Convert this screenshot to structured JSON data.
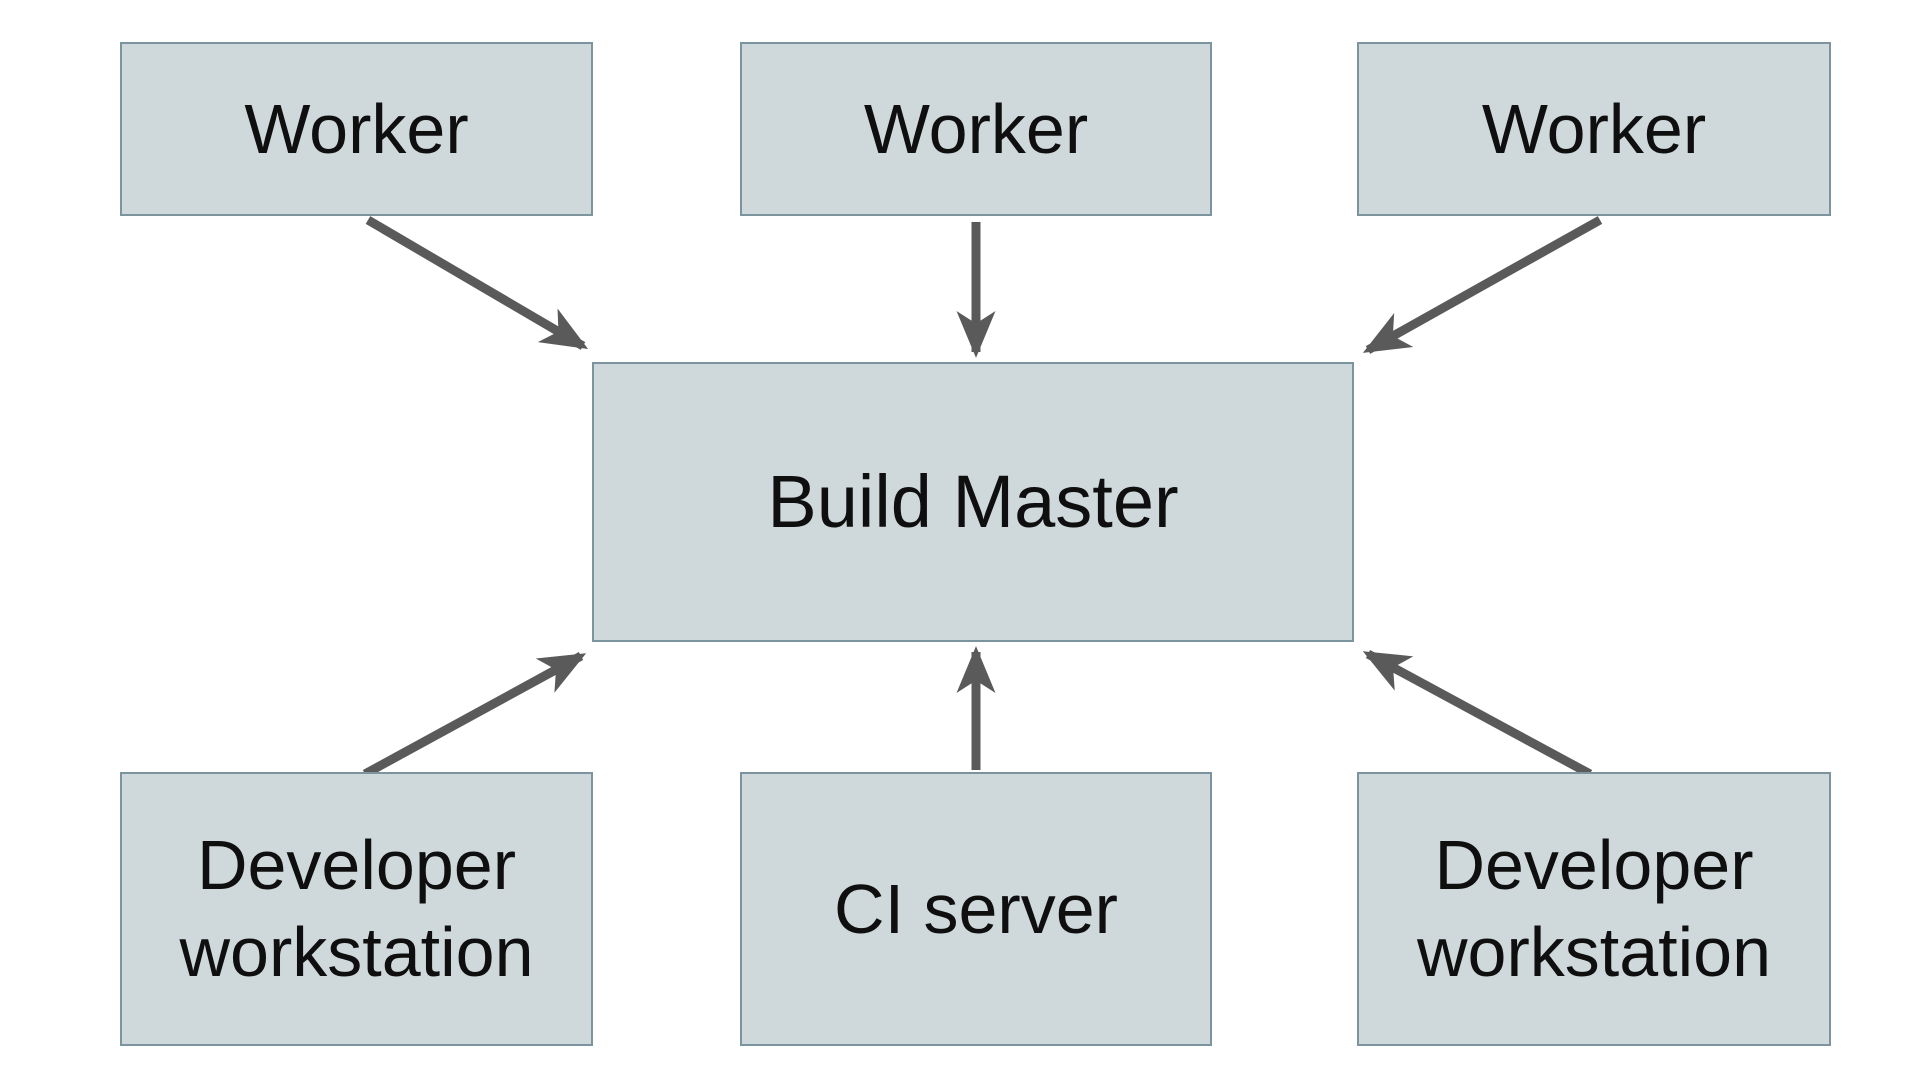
{
  "diagram": {
    "nodes": [
      {
        "id": "worker-1",
        "label": "Worker"
      },
      {
        "id": "worker-2",
        "label": "Worker"
      },
      {
        "id": "worker-3",
        "label": "Worker"
      },
      {
        "id": "build-master",
        "label": "Build Master"
      },
      {
        "id": "developer-workstation-left",
        "label": "Developer workstation"
      },
      {
        "id": "ci-server",
        "label": "CI server"
      },
      {
        "id": "developer-workstation-right",
        "label": "Developer workstation"
      }
    ],
    "edges": [
      {
        "from": "worker-1",
        "to": "build-master"
      },
      {
        "from": "worker-2",
        "to": "build-master"
      },
      {
        "from": "worker-3",
        "to": "build-master"
      },
      {
        "from": "developer-workstation-left",
        "to": "build-master"
      },
      {
        "from": "ci-server",
        "to": "build-master"
      },
      {
        "from": "developer-workstation-right",
        "to": "build-master"
      }
    ],
    "colors": {
      "background": "#ffffff",
      "node_fill": "#cfd9db",
      "node_border": "#7b949e",
      "arrow": "#5a5a5a",
      "text": "#0f0f0f"
    }
  }
}
